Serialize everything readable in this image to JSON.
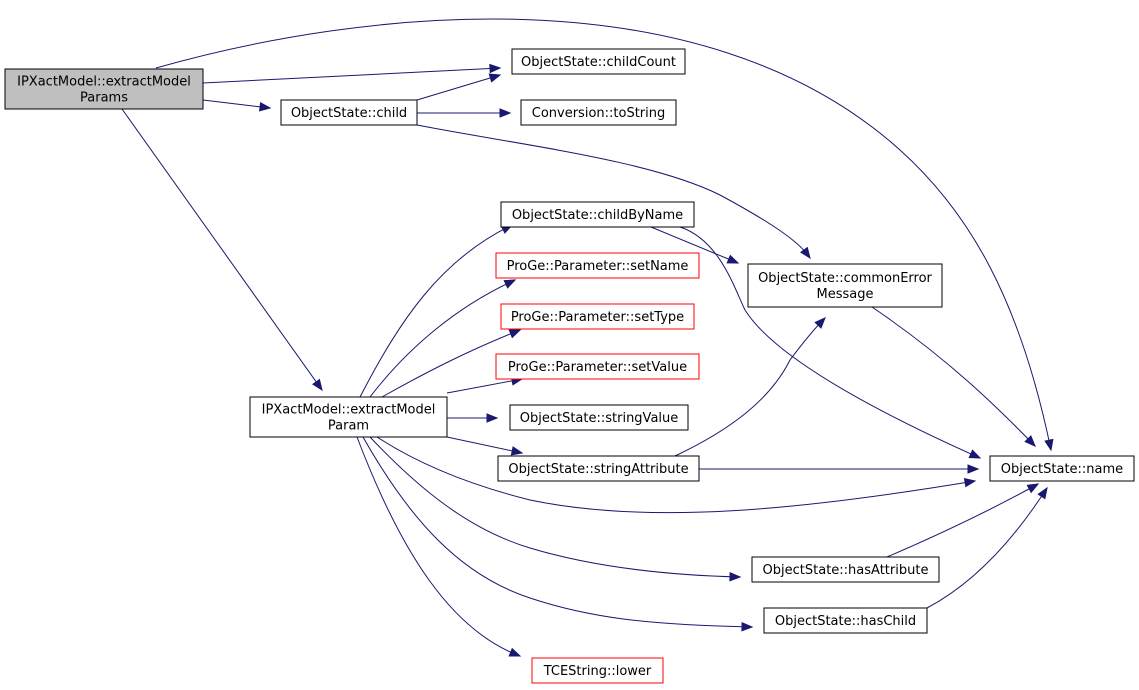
{
  "colors": {
    "edge": "#191970",
    "node_border": "#000000",
    "node_border_red": "#ff0000",
    "root_fill": "#bfbfbf",
    "node_fill": "#ffffff"
  },
  "nodes": {
    "root": {
      "lines": [
        "IPXactModel::extractModel",
        "Params"
      ]
    },
    "childCount": {
      "lines": [
        "ObjectState::childCount"
      ]
    },
    "child": {
      "lines": [
        "ObjectState::child"
      ]
    },
    "toString": {
      "lines": [
        "Conversion::toString"
      ]
    },
    "childByName": {
      "lines": [
        "ObjectState::childByName"
      ]
    },
    "setName": {
      "lines": [
        "ProGe::Parameter::setName"
      ]
    },
    "commonError": {
      "lines": [
        "ObjectState::commonError",
        "Message"
      ]
    },
    "setType": {
      "lines": [
        "ProGe::Parameter::setType"
      ]
    },
    "setValue": {
      "lines": [
        "ProGe::Parameter::setValue"
      ]
    },
    "extractParam": {
      "lines": [
        "IPXactModel::extractModel",
        "Param"
      ]
    },
    "stringValue": {
      "lines": [
        "ObjectState::stringValue"
      ]
    },
    "stringAttribute": {
      "lines": [
        "ObjectState::stringAttribute"
      ]
    },
    "name": {
      "lines": [
        "ObjectState::name"
      ]
    },
    "hasAttribute": {
      "lines": [
        "ObjectState::hasAttribute"
      ]
    },
    "hasChild": {
      "lines": [
        "ObjectState::hasChild"
      ]
    },
    "lower": {
      "lines": [
        "TCEString::lower"
      ]
    }
  }
}
